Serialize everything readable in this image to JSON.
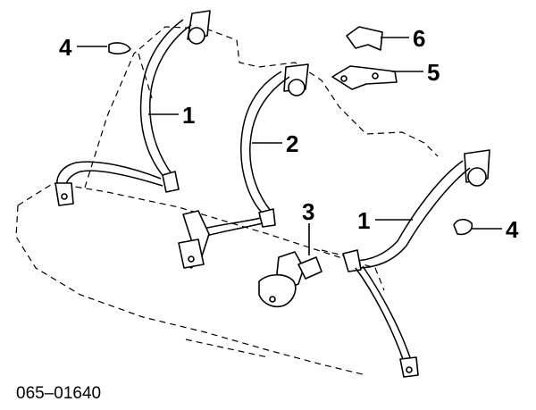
{
  "callouts": {
    "left_belt": "1",
    "right_belt": "1",
    "center_belt": "2",
    "buckle": "3",
    "left_guide": "4",
    "right_guide": "4",
    "bracket": "5",
    "cover": "6"
  },
  "diagram_code": "065–01640"
}
